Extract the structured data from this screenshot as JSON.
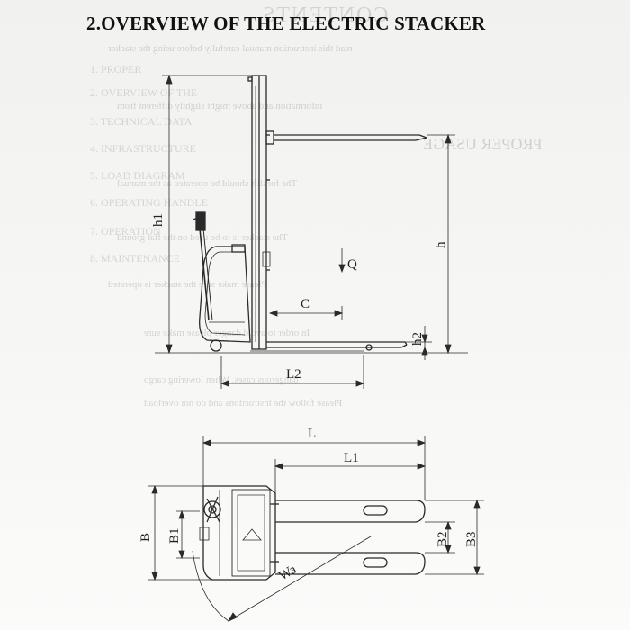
{
  "title": "2.OVERVIEW OF THE ELECTRIC STACKER",
  "side_view_labels": {
    "h1": "h1",
    "h": "h",
    "q": "Q",
    "c": "C",
    "h2": "h2",
    "l2": "L2"
  },
  "top_view_labels": {
    "l": "L",
    "l1": "L1",
    "b": "B",
    "b1": "B1",
    "b2": "B2",
    "b3": "B3",
    "wa": "Wa"
  },
  "colors": {
    "ink": "#222222",
    "title": "#111111",
    "ghost": "#666666"
  }
}
